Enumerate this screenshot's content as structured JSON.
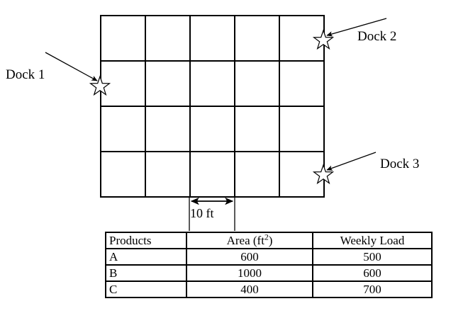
{
  "figure": {
    "title": "",
    "grid": {
      "columns": 5,
      "rows": 4,
      "cell_dimension_label": "10 ft"
    },
    "docks": [
      {
        "id": "dock-1",
        "label": "Dock 1",
        "side": "left",
        "row": 2
      },
      {
        "id": "dock-2",
        "label": "Dock 2",
        "side": "right",
        "row": 1
      },
      {
        "id": "dock-3",
        "label": "Dock 3",
        "side": "right",
        "row": 4
      }
    ]
  },
  "table": {
    "headers": [
      "Products",
      "Area (ft",
      "Weekly Load"
    ],
    "header_products": "Products",
    "header_area_text": "Area (ft",
    "header_area_sup": "2",
    "header_area_tail": ")",
    "header_load": "Weekly Load",
    "rows": [
      {
        "product": "A",
        "area": "600",
        "load": "500"
      },
      {
        "product": "B",
        "area": "1000",
        "load": "600"
      },
      {
        "product": "C",
        "area": "400",
        "load": "700"
      }
    ]
  },
  "chart_data": {
    "type": "table",
    "title": "Facility layout grid with dock locations and product data",
    "columns": [
      "Products",
      "Area (ft2)",
      "Weekly Load"
    ],
    "data": [
      [
        "A",
        600,
        500
      ],
      [
        "B",
        1000,
        600
      ],
      [
        "C",
        400,
        700
      ]
    ],
    "annotations": [
      "Dock 1",
      "Dock 2",
      "Dock 3",
      "10 ft"
    ],
    "grid": {
      "columns": 5,
      "rows": 4,
      "cell_size_ft": 10
    }
  }
}
